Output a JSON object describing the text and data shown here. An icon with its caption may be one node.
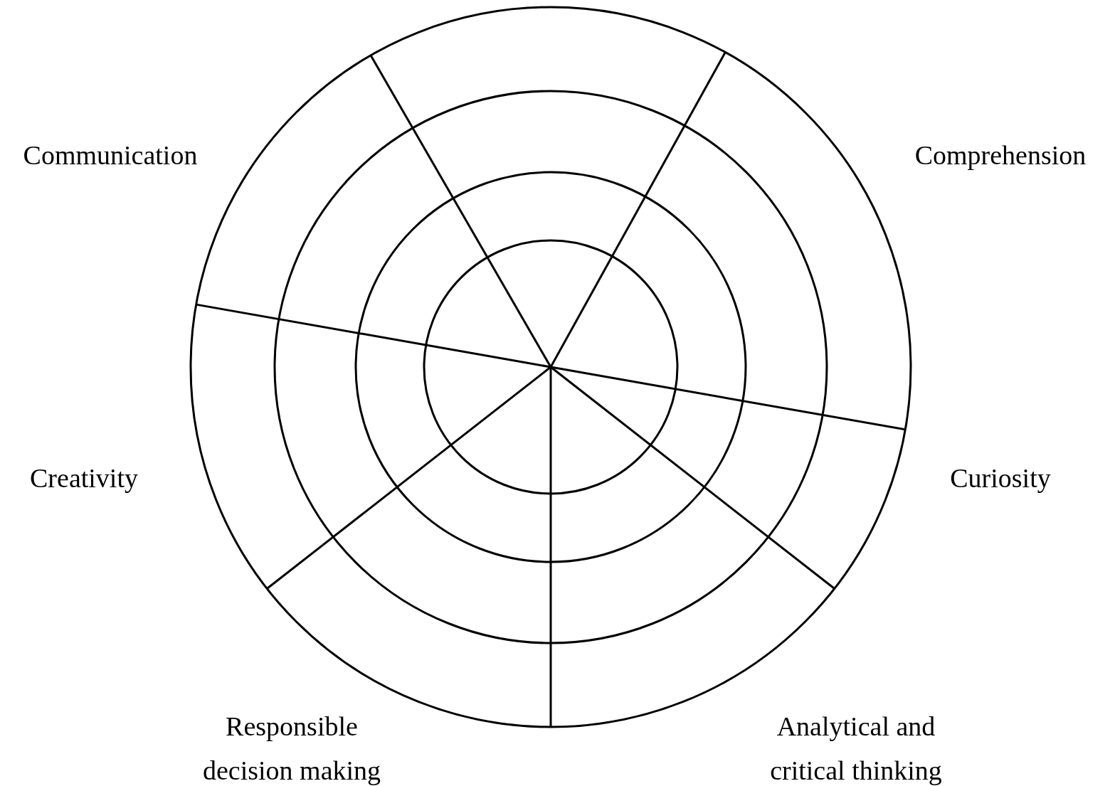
{
  "diagram": {
    "labels": [
      "Communication",
      "Comprehension",
      "Creativity",
      "Curiosity",
      "Responsible decision making",
      "Analytical and critical thinking"
    ]
  }
}
